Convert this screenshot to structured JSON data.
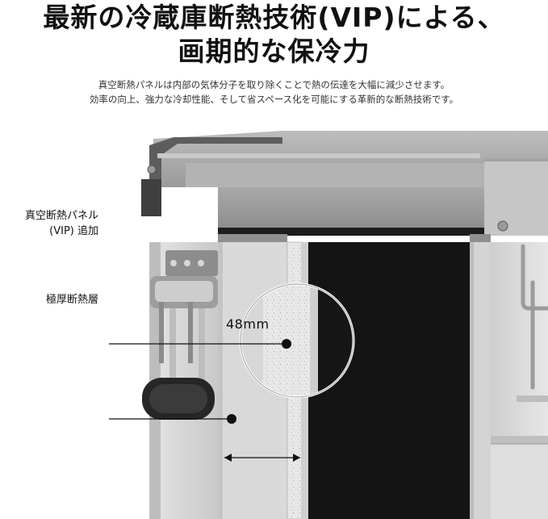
{
  "headline": {
    "line1": "最新の冷蔵庫断熱技術(VIP)による、",
    "line2": "画期的な保冷力"
  },
  "description": {
    "line1": "真空断熱パネルは内部の気体分子を取り除くことで熱の伝達を大幅に減少させます。",
    "line2": "効率の向上、強力な冷却性能、そして省スペース化を可能にする革新的な断熱技術です。"
  },
  "callouts": {
    "vip_line1": "真空断熱パネル",
    "vip_line2": "(VIP) 追加",
    "thick_insulation": "極厚断熱層"
  },
  "dimension": {
    "label": "48mm"
  },
  "colors": {
    "accent_black": "#111111",
    "metal_light": "#d6d6d6",
    "metal_mid": "#a9a9a9",
    "metal_dark": "#6f6f6f",
    "interior": "#141414"
  }
}
